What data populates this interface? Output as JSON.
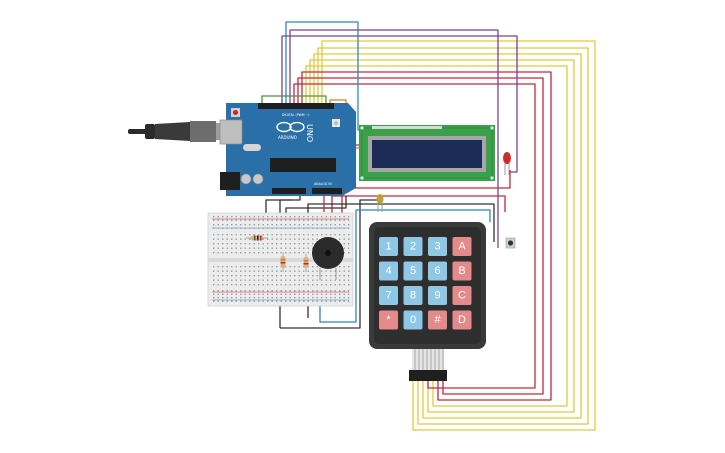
{
  "arduino": {
    "brand": "ARDUINO",
    "model": "UNO",
    "digital_header": "DIGITAL (PWM ~)",
    "analog_header": "ANALOG IN",
    "color": "#2a6fa8"
  },
  "keypad": {
    "keys": [
      [
        "1",
        "2",
        "3",
        "A"
      ],
      [
        "4",
        "5",
        "6",
        "B"
      ],
      [
        "7",
        "8",
        "9",
        "C"
      ],
      [
        "*",
        "0",
        "#",
        "D"
      ]
    ],
    "number_key_color": "#8fc7e6",
    "letter_key_color": "#e48a8a",
    "body_color": "#3a3a3a"
  },
  "lcd": {
    "screen_color": "#1d2b57",
    "pcb_color": "#3aa04a"
  },
  "wire_colors": {
    "yellow": "#e5c83a",
    "red": "#c8263a",
    "purple": "#7d3f98",
    "blue": "#2a89c2",
    "black": "#333333",
    "green": "#3f9a3a",
    "orange": "#e07b1a"
  },
  "components": [
    {
      "name": "usb-cable",
      "interactable": true
    },
    {
      "name": "breadboard",
      "interactable": true
    },
    {
      "name": "buzzer",
      "interactable": true
    },
    {
      "name": "red-led",
      "interactable": true
    },
    {
      "name": "yellow-led",
      "interactable": true
    },
    {
      "name": "push-button",
      "interactable": true
    },
    {
      "name": "resistor",
      "interactable": true
    }
  ]
}
